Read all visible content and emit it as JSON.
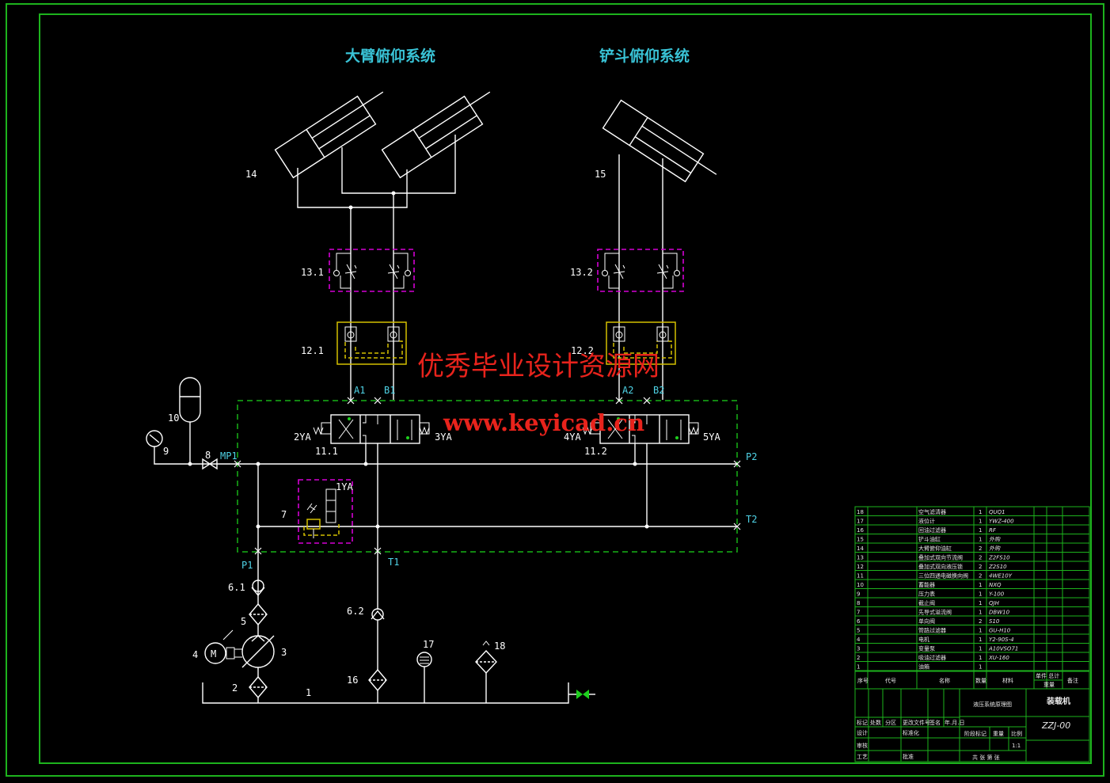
{
  "titles": {
    "left": "大臂俯仰系统",
    "right": "铲斗俯仰系统"
  },
  "watermark": {
    "line1": "优秀毕业设计资源网",
    "line2": "www.keyicad.cn"
  },
  "components": {
    "n14": "14",
    "n15": "15",
    "n13_1": "13.1",
    "n13_2": "13.2",
    "n12_1": "12.1",
    "n12_2": "12.2",
    "n11_1": "11.1",
    "n11_2": "11.2",
    "n10": "10",
    "n9": "9",
    "n8": "8",
    "n7": "7",
    "n6_1": "6.1",
    "n6_2": "6.2",
    "n5": "5",
    "n4": "4",
    "n3": "3",
    "n2": "2",
    "n1": "1",
    "n16": "16",
    "n17": "17",
    "n18": "18",
    "motor": "M"
  },
  "ports": {
    "A1": "A1",
    "B1": "B1",
    "A2": "A2",
    "B2": "B2",
    "MP1": "MP1",
    "P1": "P1",
    "T1": "T1",
    "P2": "P2",
    "T2": "T2"
  },
  "solenoids": {
    "s1": "1YA",
    "s2": "2YA",
    "s3": "3YA",
    "s4": "4YA",
    "s5": "5YA"
  },
  "parts_list": [
    {
      "no": "18",
      "name": "空气滤清器",
      "qty": "1",
      "spec": "QUQ1"
    },
    {
      "no": "17",
      "name": "液位计",
      "qty": "1",
      "spec": "YWZ-400"
    },
    {
      "no": "16",
      "name": "回油过滤器",
      "qty": "1",
      "spec": "RF"
    },
    {
      "no": "15",
      "name": "铲斗油缸",
      "qty": "1",
      "spec": "外购"
    },
    {
      "no": "14",
      "name": "大臂俯仰油缸",
      "qty": "2",
      "spec": "外购"
    },
    {
      "no": "13",
      "name": "叠加式双向节流阀",
      "qty": "2",
      "spec": "Z2FS10"
    },
    {
      "no": "12",
      "name": "叠加式双向液压锁",
      "qty": "2",
      "spec": "Z2S10"
    },
    {
      "no": "11",
      "name": "三位四通电磁换向阀",
      "qty": "2",
      "spec": "4WE10Y"
    },
    {
      "no": "10",
      "name": "蓄能器",
      "qty": "1",
      "spec": "NXQ"
    },
    {
      "no": "9",
      "name": "压力表",
      "qty": "1",
      "spec": "Y-100"
    },
    {
      "no": "8",
      "name": "截止阀",
      "qty": "1",
      "spec": "QJH"
    },
    {
      "no": "7",
      "name": "先导式溢流阀",
      "qty": "1",
      "spec": "DBW10"
    },
    {
      "no": "6",
      "name": "单向阀",
      "qty": "2",
      "spec": "S10"
    },
    {
      "no": "5",
      "name": "管路过滤器",
      "qty": "1",
      "spec": "GU-H10"
    },
    {
      "no": "4",
      "name": "电机",
      "qty": "1",
      "spec": "Y2-90S-4"
    },
    {
      "no": "3",
      "name": "变量泵",
      "qty": "1",
      "spec": "A10VSO71"
    },
    {
      "no": "2",
      "name": "吸油过滤器",
      "qty": "1",
      "spec": "XU-160"
    },
    {
      "no": "1",
      "name": "油箱",
      "qty": "1",
      "spec": ""
    }
  ],
  "parts_header": {
    "no": "序号",
    "code": "代号",
    "name": "名称",
    "qty": "数量",
    "material": "材料",
    "weight": "单件 总计",
    "weight_sub": "重量",
    "remark": "备注"
  },
  "title_block": {
    "drawing_title": "液压系统原理图",
    "machine": "装载机",
    "code": "ZZJ-00",
    "stage_mark": "阶段标记",
    "weight": "重量",
    "scale": "比例",
    "ratio": "1:1",
    "sheet": "共 张 第 张",
    "mark": "标记",
    "count": "处数",
    "zone": "分区",
    "change_doc": "更改文件号",
    "sign": "签名",
    "date": "年.月.日",
    "design": "设计",
    "standard": "标准化",
    "review": "审核",
    "process": "工艺",
    "approve": "批准"
  }
}
